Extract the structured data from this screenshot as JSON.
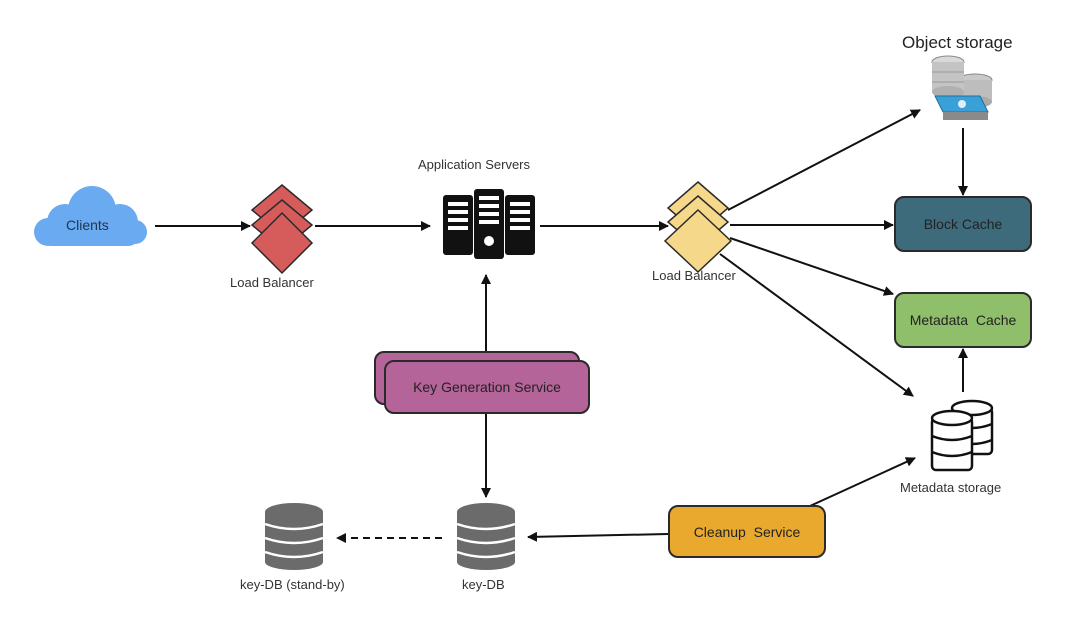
{
  "diagram": {
    "nodes": {
      "clients": {
        "label": "Clients",
        "color": "#6aaaf0"
      },
      "load_balancer_1": {
        "label": "Load Balancer",
        "color": "#d65c5c"
      },
      "app_servers": {
        "label": "Application Servers",
        "color": "#111111"
      },
      "load_balancer_2": {
        "label": "Load Balancer",
        "color": "#f5d88a"
      },
      "object_storage": {
        "label": "Object storage"
      },
      "block_cache": {
        "label": "Block Cache",
        "color": "#3d6b7c"
      },
      "metadata_cache": {
        "label": "Metadata  Cache",
        "color": "#8fbf6b"
      },
      "metadata_storage": {
        "label": "Metadata storage"
      },
      "key_generation_service": {
        "label": "Key Generation Service",
        "color": "#b5649a"
      },
      "cleanup_service": {
        "label": "Cleanup  Service",
        "color": "#e9a92f"
      },
      "key_db": {
        "label": "key-DB",
        "color": "#6b6b6b"
      },
      "key_db_standby": {
        "label": "key-DB (stand-by)",
        "color": "#6b6b6b"
      }
    },
    "edges": [
      {
        "from": "clients",
        "to": "load_balancer_1",
        "style": "solid"
      },
      {
        "from": "load_balancer_1",
        "to": "app_servers",
        "style": "solid"
      },
      {
        "from": "app_servers",
        "to": "load_balancer_2",
        "style": "solid"
      },
      {
        "from": "load_balancer_2",
        "to": "object_storage",
        "style": "solid"
      },
      {
        "from": "load_balancer_2",
        "to": "block_cache",
        "style": "solid"
      },
      {
        "from": "load_balancer_2",
        "to": "metadata_cache",
        "style": "solid"
      },
      {
        "from": "load_balancer_2",
        "to": "metadata_storage",
        "style": "solid"
      },
      {
        "from": "object_storage",
        "to": "block_cache",
        "style": "solid"
      },
      {
        "from": "metadata_storage",
        "to": "metadata_cache",
        "style": "solid"
      },
      {
        "from": "key_generation_service",
        "to": "app_servers",
        "style": "solid"
      },
      {
        "from": "key_generation_service",
        "to": "key_db",
        "style": "solid"
      },
      {
        "from": "cleanup_service",
        "to": "metadata_storage",
        "style": "solid"
      },
      {
        "from": "cleanup_service",
        "to": "key_db",
        "style": "solid"
      },
      {
        "from": "key_db",
        "to": "key_db_standby",
        "style": "dashed"
      }
    ]
  }
}
